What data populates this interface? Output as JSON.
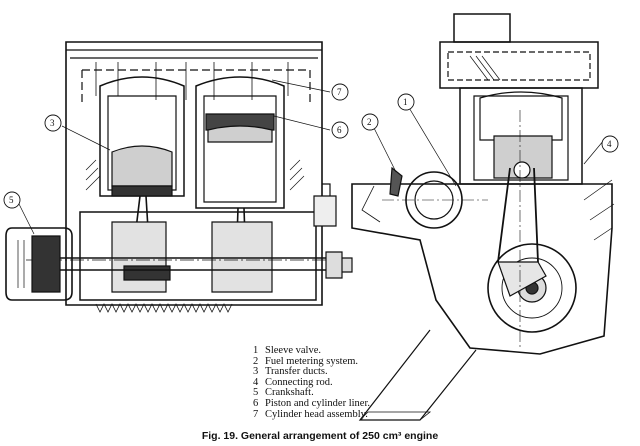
{
  "callouts": [
    "1",
    "2",
    "3",
    "4",
    "5",
    "6",
    "7"
  ],
  "legend": [
    {
      "num": "1",
      "text": "Sleeve valve."
    },
    {
      "num": "2",
      "text": "Fuel metering system."
    },
    {
      "num": "3",
      "text": "Transfer ducts."
    },
    {
      "num": "4",
      "text": "Connecting rod."
    },
    {
      "num": "5",
      "text": "Crankshaft."
    },
    {
      "num": "6",
      "text": "Piston and cylinder liner."
    },
    {
      "num": "7",
      "text": "Cylinder head assembly."
    }
  ],
  "caption": "Fig. 19.  General arrangement of 250 cm³ engine"
}
